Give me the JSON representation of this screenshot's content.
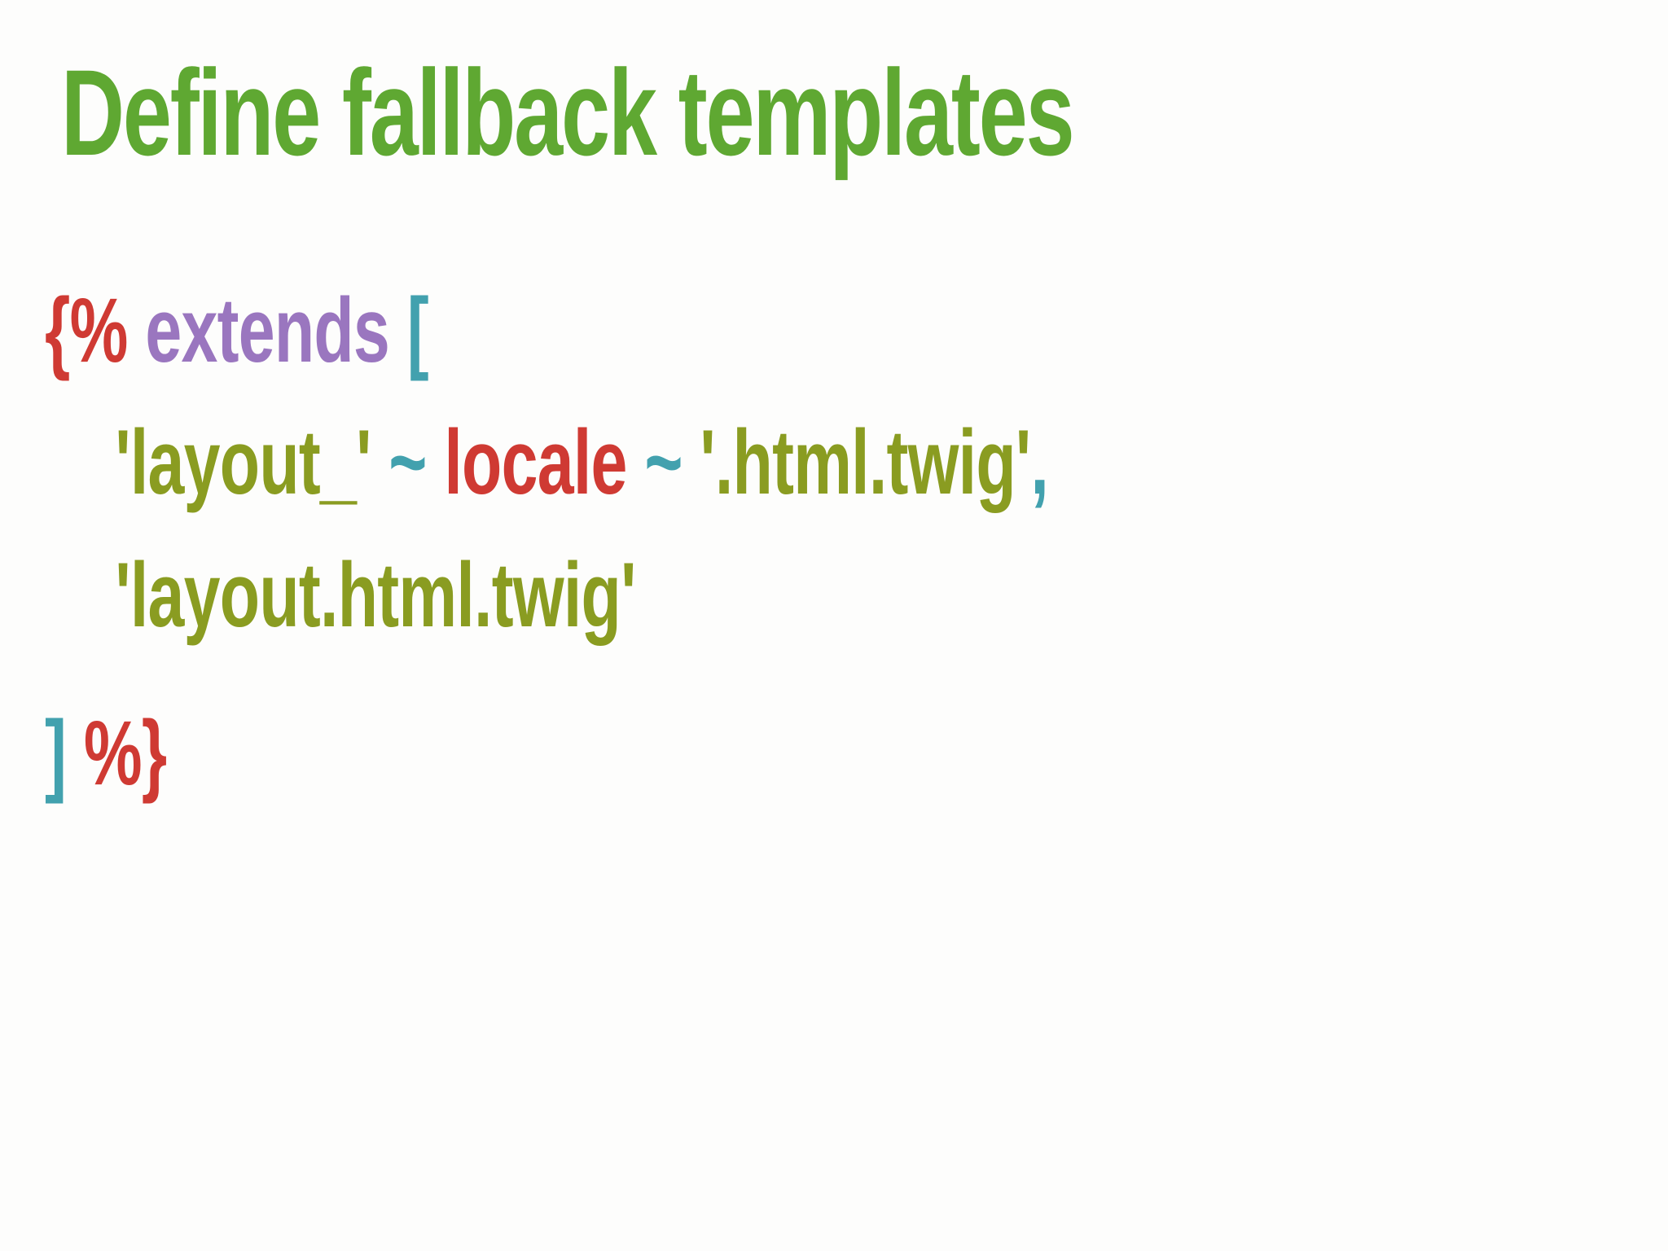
{
  "title": "Define fallback templates",
  "palette": {
    "title_green": "#5fa832",
    "tag_red": "#cf3a33",
    "keyword_purple": "#9a76bf",
    "punct_teal": "#42a1ae",
    "string_olive": "#8a9c21",
    "background": "#fdfdfc"
  },
  "code": {
    "language": "twig",
    "lines": {
      "line1": {
        "open_tag": "{% ",
        "keyword": "extends ",
        "bracket_open": "["
      },
      "line2": {
        "string_prefix": "'layout_' ",
        "concat_op_1": "~ ",
        "variable": "locale ",
        "concat_op_2": "~ ",
        "string_suffix": "'.html.twig'",
        "comma": ","
      },
      "line3": {
        "string_fallback": "'layout.html.twig'"
      },
      "line4": {
        "bracket_close": "] ",
        "close_tag": "%}"
      }
    }
  }
}
